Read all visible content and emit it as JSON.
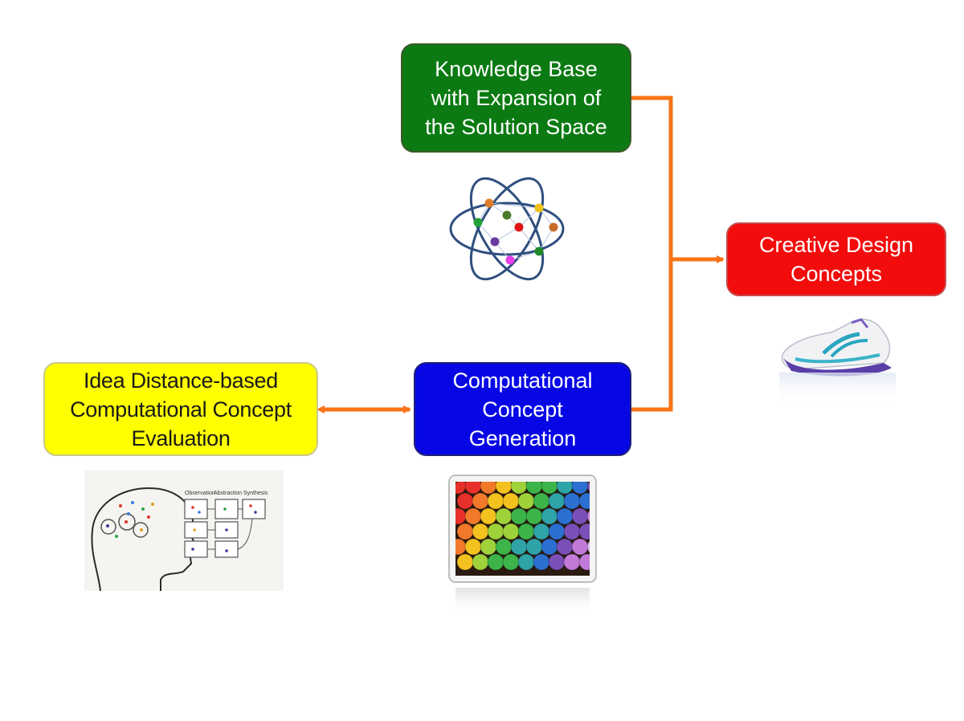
{
  "nodes": {
    "knowledge_base": [
      "Knowledge Base",
      "with Expansion of",
      "the Solution Space"
    ],
    "generation": [
      "Computational",
      "Concept",
      "Generation"
    ],
    "evaluation": [
      "Idea Distance-based",
      "Computational Concept",
      "Evaluation"
    ],
    "creative": [
      "Creative Design",
      "Concepts"
    ]
  },
  "brain_sketch_labels": [
    "Observation",
    "Abstraction",
    "Synthesis"
  ],
  "colors": {
    "knowledge_base": "#0b7a12",
    "generation": "#0707e6",
    "evaluation": "#ffff00",
    "creative": "#f20c0c",
    "connector": "#f97316"
  },
  "icons": [
    "atom-network-icon",
    "shoe-icon",
    "brain-sketch-icon",
    "colored-chalk-icon"
  ]
}
